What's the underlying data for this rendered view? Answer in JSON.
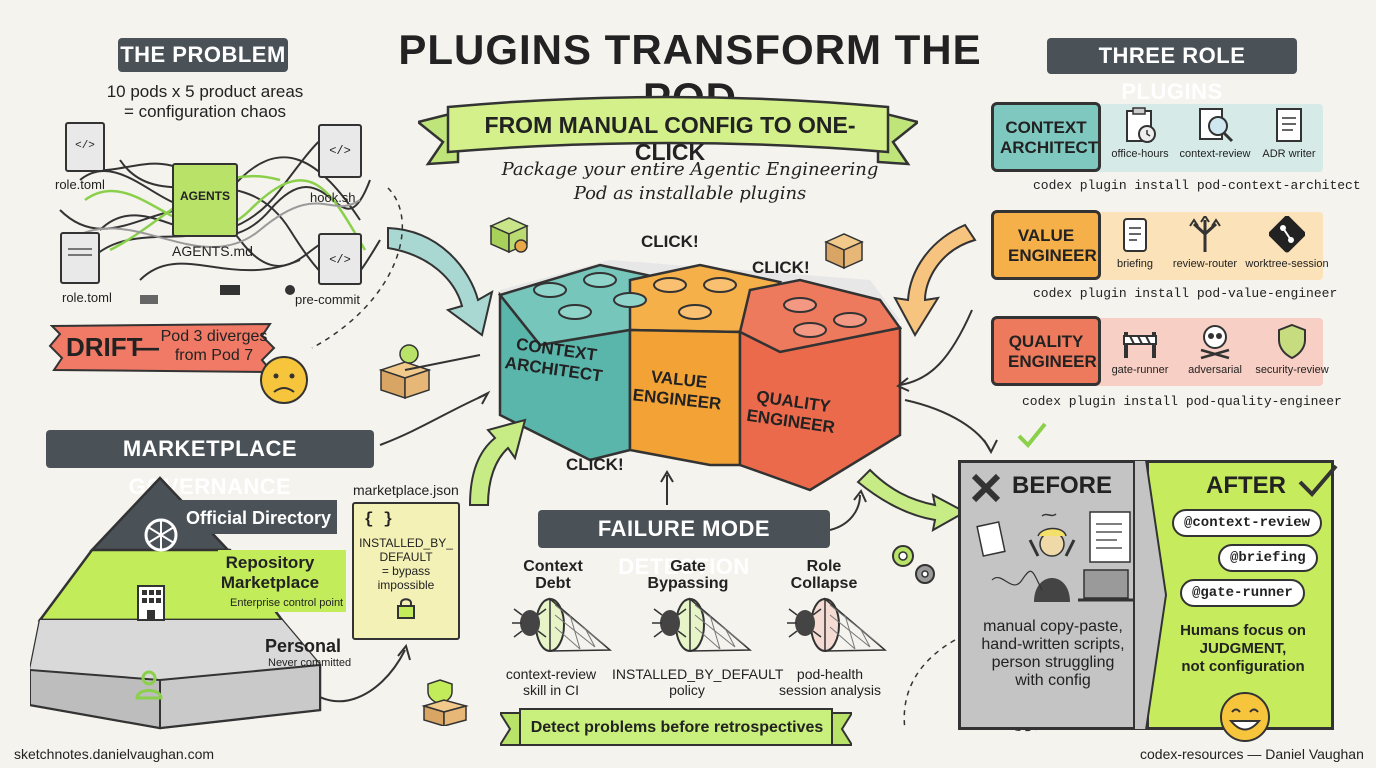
{
  "title": "PLUGINS TRANSFORM THE POD",
  "banner": "FROM MANUAL CONFIG TO ONE-CLICK",
  "tagline_1": "Package your entire Agentic Engineering",
  "tagline_2": "Pod as installable plugins",
  "problem": {
    "header": "THE PROBLEM",
    "line1": "10 pods x 5 product areas",
    "line2": "= configuration chaos",
    "files": [
      "role.toml",
      "AGENTS",
      "AGENTS.md",
      "hook.sh",
      "role.toml",
      "pre-commit"
    ],
    "drift_label": "DRIFT",
    "drift_dash": "—",
    "drift_text_1": "Pod 3 diverges",
    "drift_text_2": "from Pod 7"
  },
  "blocks": {
    "context": "CONTEXT ARCHITECT",
    "value": "VALUE ENGINEER",
    "quality": "QUALITY ENGINEER",
    "click": "CLICK!"
  },
  "roles": {
    "header": "THREE ROLE PLUGINS",
    "plugins": [
      {
        "name": "CONTEXT ARCHITECT",
        "tools": [
          "office-hours",
          "context-review",
          "ADR writer"
        ],
        "install": "codex plugin install pod-context-architect",
        "color": "#7ec8c0",
        "bg": "#d6ebe8"
      },
      {
        "name": "VALUE ENGINEER",
        "tools": [
          "briefing",
          "review-router",
          "worktree-session"
        ],
        "install": "codex plugin install pod-value-engineer",
        "color": "#f5b04a",
        "bg": "#fbe2b8"
      },
      {
        "name": "QUALITY ENGINEER",
        "tools": [
          "gate-runner",
          "adversarial",
          "security-review"
        ],
        "install": "codex plugin install pod-quality-engineer",
        "color": "#ee7a5e",
        "bg": "#f8cfc4"
      }
    ]
  },
  "governance": {
    "header": "MARKETPLACE GOVERNANCE",
    "tiers": [
      {
        "name": "Official Directory",
        "sub": ""
      },
      {
        "name": "Repository Marketplace",
        "sub": "Enterprise control point"
      },
      {
        "name": "Personal",
        "sub": "Never committed"
      }
    ],
    "file_name": "marketplace.json",
    "file_braces": "{ }",
    "file_line1": "INSTALLED_BY_",
    "file_line2": "DEFAULT",
    "file_line3": "= bypass",
    "file_line4": "impossible"
  },
  "failure": {
    "header": "FAILURE MODE DETECTION",
    "modes": [
      {
        "name1": "Context",
        "name2": "Debt",
        "detect1": "context-review",
        "detect2": "skill in CI"
      },
      {
        "name1": "Gate",
        "name2": "Bypassing",
        "detect1": "INSTALLED_BY_DEFAULT",
        "detect2": "policy"
      },
      {
        "name1": "Role",
        "name2": "Collapse",
        "detect1": "pod-health",
        "detect2": "session analysis"
      }
    ],
    "footer": "Detect problems before retrospectives"
  },
  "before_after": {
    "before_label": "BEFORE",
    "before_text": [
      "manual copy-paste,",
      "hand-written scripts,",
      "person struggling",
      "with config"
    ],
    "after_label": "AFTER",
    "bubbles": [
      "@context-review",
      "@briefing",
      "@gate-runner"
    ],
    "after_text_1": "Humans focus on",
    "after_text_2": "JUDGMENT,",
    "after_text_3": "not configuration"
  },
  "footer_left": "sketchnotes.danielvaughan.com",
  "footer_right": "codex-resources — Daniel Vaughan"
}
